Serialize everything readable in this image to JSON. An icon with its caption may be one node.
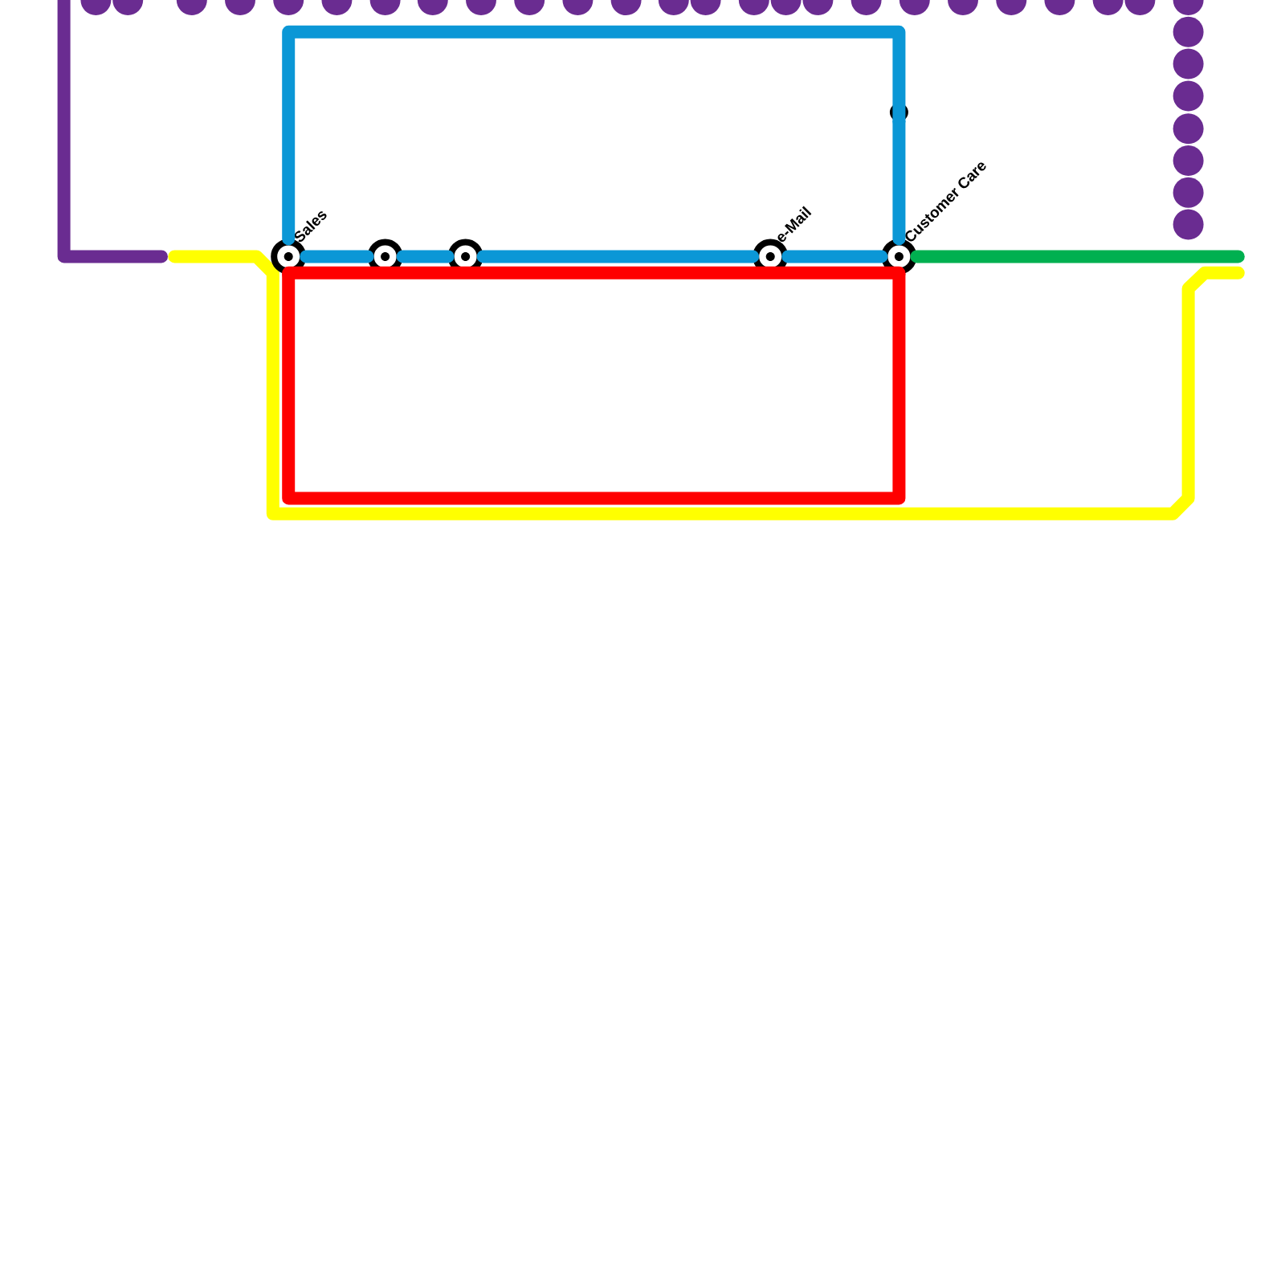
{
  "diagram": {
    "nodes": [
      {
        "text": [],
        "shape": "circle"
      },
      {
        "text": [
          "Sales"
        ]
      },
      {
        "text": [],
        "shape": "circle"
      },
      {
        "text": [],
        "shape": "circle"
      },
      {
        "text": [
          "e-Mail"
        ]
      },
      {
        "text": [
          "Customer Care"
        ]
      }
    ],
    "edges": [
      {
        "from": 1,
        "to": 0,
        "arrow": "none"
      },
      {
        "from": 0,
        "to": 5,
        "arrow": "none"
      },
      {
        "from": 5,
        "to": 4,
        "arrow": "none"
      },
      {
        "from": 4,
        "to": 3,
        "arrow": "none"
      },
      {
        "from": 3,
        "to": 2,
        "arrow": "none"
      },
      {
        "from": 2,
        "to": 1,
        "arrow": "none"
      },
      {
        "from": 1,
        "to": 5,
        "arrow": "none",
        "color": "#ff0000"
      },
      {
        "from": 5,
        "to": 1,
        "arrow": "none",
        "color": "#ff0000"
      },
      {
        "from": 5,
        "to": null,
        "arrow": "none",
        "color": "#00b050"
      }
    ]
  }
}
